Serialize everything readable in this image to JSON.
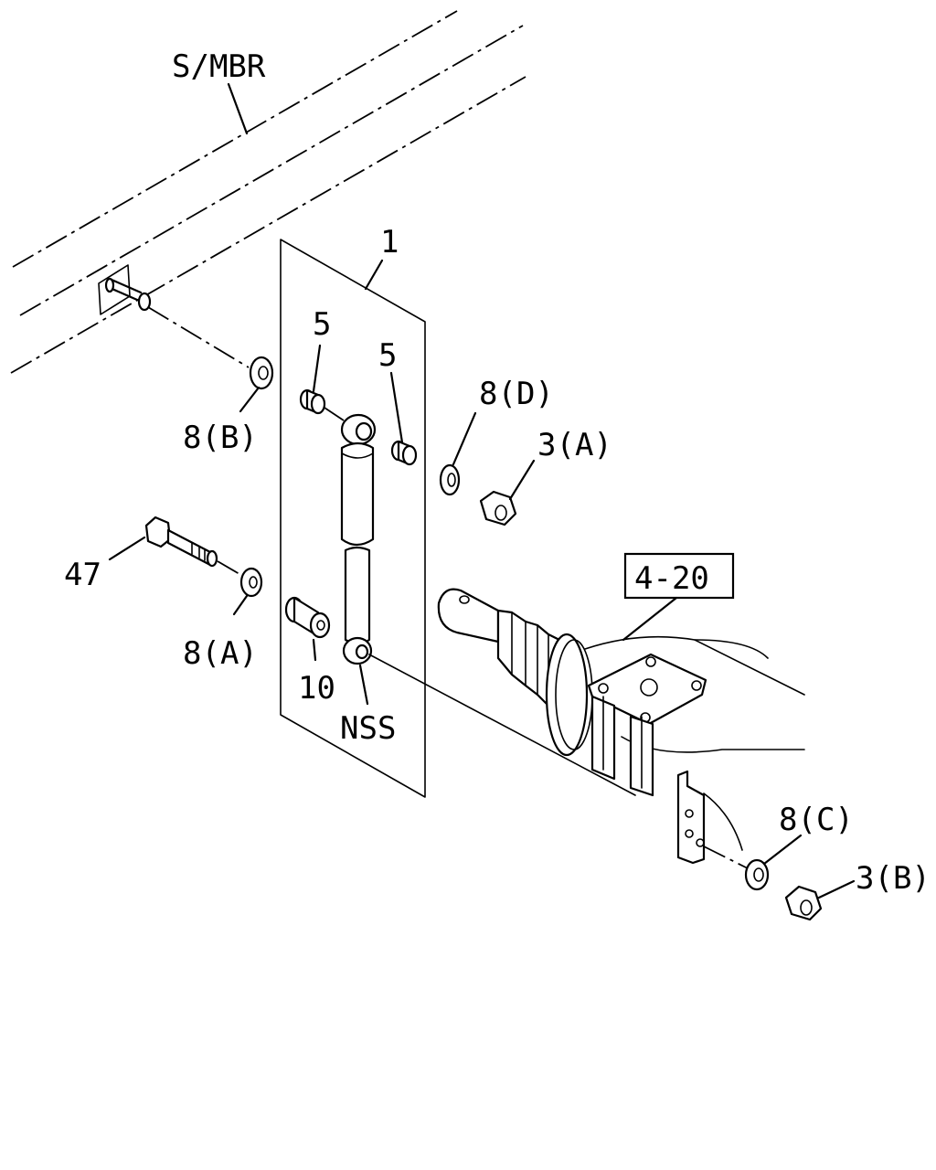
{
  "diagram": {
    "labels": {
      "frame_member": "S/MBR",
      "shock_absorber": "1",
      "bushing_upper_left": "5",
      "bushing_upper_right": "5",
      "washer_b": "8(B)",
      "washer_d": "8(D)",
      "nut_a": "3(A)",
      "bolt": "47",
      "washer_a": "8(A)",
      "bushing_lower": "10",
      "not_serviced": "NSS",
      "axle_ref": "4-20",
      "washer_c": "8(C)",
      "nut_b": "3(B)"
    }
  }
}
